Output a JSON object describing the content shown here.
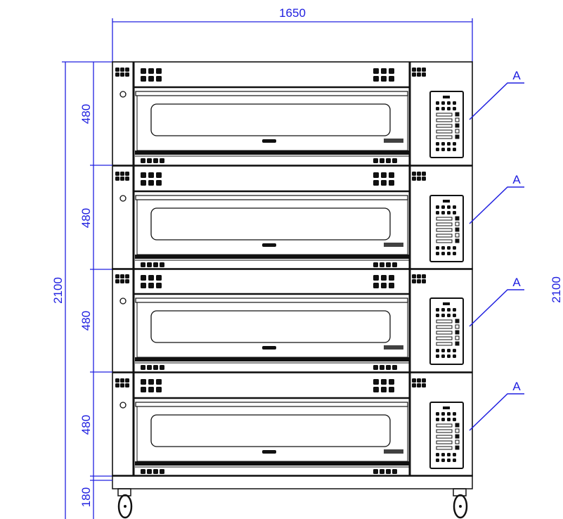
{
  "dimensions": {
    "overall_width": "1650",
    "overall_height": "2100",
    "deck_heights": [
      "480",
      "480",
      "480",
      "480"
    ],
    "base_height": "180",
    "right_cut_label": "2100"
  },
  "callouts": [
    "A",
    "A",
    "A",
    "A"
  ],
  "colors": {
    "dimension": "#2020e0",
    "ink": "#111111"
  }
}
